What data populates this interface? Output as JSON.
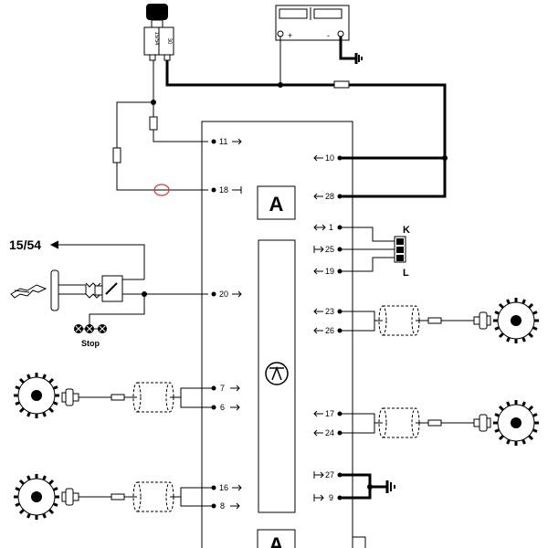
{
  "battery": {
    "plus": "+",
    "minus": "-"
  },
  "ignition_switch": {
    "terminal_1554": "15/54",
    "terminal_30": "30"
  },
  "labels": {
    "ignition_feed": "15/54",
    "stop": "Stop",
    "connector_k": "K",
    "connector_l": "L",
    "module_a_top": "A",
    "module_a_bottom": "A"
  },
  "pins": {
    "p11": "11",
    "p18": "18",
    "p20": "20",
    "p7": "7",
    "p6": "6",
    "p16": "16",
    "p8": "8",
    "p10": "10",
    "p28": "28",
    "p1": "1",
    "p25": "25",
    "p19": "19",
    "p23": "23",
    "p26": "26",
    "p17": "17",
    "p24": "24",
    "p27": "27",
    "p9": "9"
  }
}
